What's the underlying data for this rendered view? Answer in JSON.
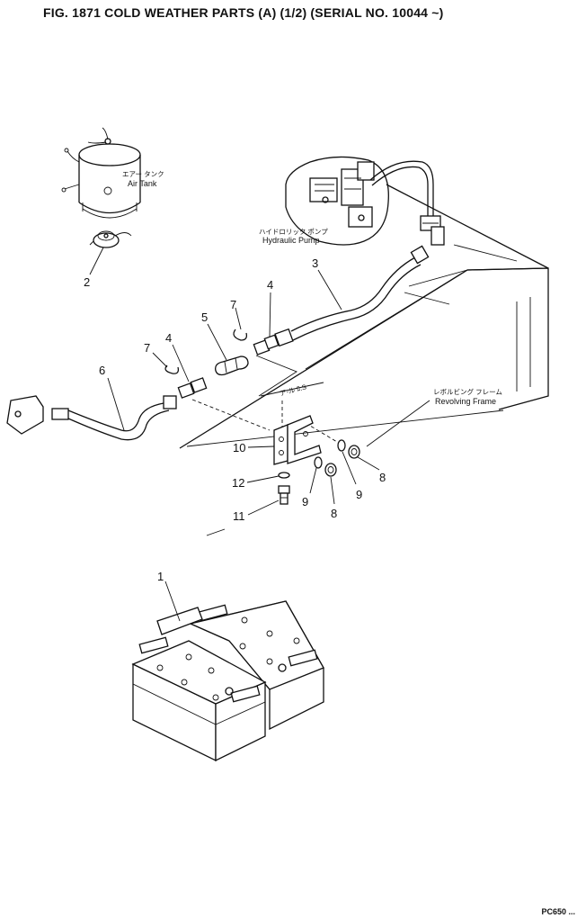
{
  "title": "FIG. 1871   COLD WEATHER PARTS (A) (1/2) (SERIAL NO. 10044 ~)",
  "footer_code": "PC650 ...",
  "components": {
    "air_tank": {
      "jp": "エアー タンク",
      "en": "Air Tank"
    },
    "hydraulic_pump": {
      "jp": "ハイドロリック ポンプ",
      "en": "Hydraulic Pump"
    },
    "revolving_frame": {
      "jp": "レボルビング フレーム",
      "en": "Revolving Frame"
    },
    "view_note": "ア-ル ﾛ.S"
  },
  "callouts": {
    "c1": "1",
    "c2": "2",
    "c3": "3",
    "c4a": "4",
    "c4b": "4",
    "c5": "5",
    "c6": "6",
    "c7a": "7",
    "c7b": "7",
    "c8a": "8",
    "c8b": "8",
    "c9a": "9",
    "c9b": "9",
    "c10": "10",
    "c11": "11",
    "c12": "12"
  }
}
